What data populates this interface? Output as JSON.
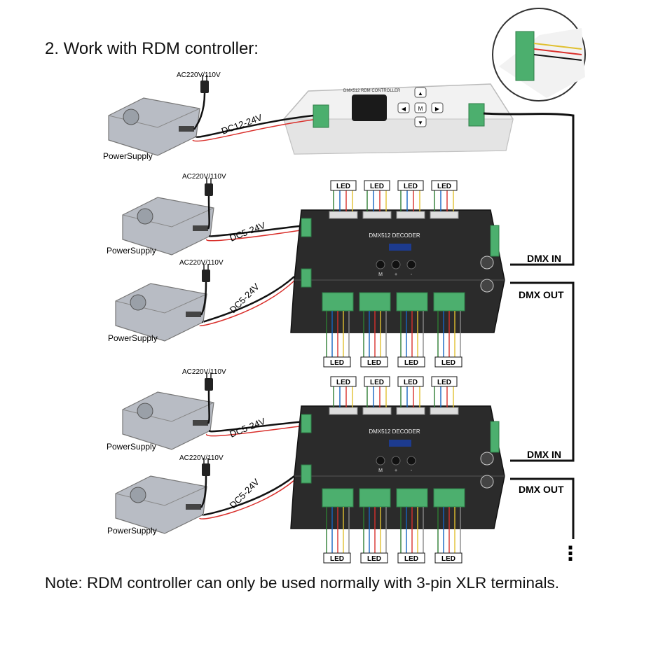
{
  "heading": "2. Work with RDM controller:",
  "note": "Note: RDM controller can only be used normally with 3-pin XLR terminals.",
  "controller": {
    "title": "DMX512 RDM CONTROLLER",
    "buttons": [
      "▲",
      "◀",
      "M",
      "▶",
      "▼"
    ]
  },
  "power_supplies": [
    {
      "label": "PowerSupply",
      "ac_label": "AC220V/110V",
      "dc_label": "DC12-24V"
    },
    {
      "label": "PowerSupply",
      "ac_label": "AC220V/110V",
      "dc_label": "DC5-24V"
    },
    {
      "label": "PowerSupply",
      "ac_label": "AC220V/110V",
      "dc_label": "DC5-24V"
    },
    {
      "label": "PowerSupply",
      "ac_label": "AC220V/110V",
      "dc_label": "DC5-24V"
    },
    {
      "label": "PowerSupply",
      "ac_label": "AC220V/110V",
      "dc_label": "DC5-24V"
    }
  ],
  "decoders": [
    {
      "title": "DMX512 DECODER",
      "dmx_in": "DMX IN",
      "dmx_out": "DMX OUT",
      "led_label": "LED",
      "buttons": [
        "M",
        "+",
        "-"
      ]
    },
    {
      "title": "DMX512 DECODER",
      "dmx_in": "DMX IN",
      "dmx_out": "DMX OUT",
      "led_label": "LED",
      "buttons": [
        "M",
        "+",
        "-"
      ]
    }
  ],
  "continuation": "⋮",
  "colors": {
    "wire": "#111111",
    "device_body": "#2b2b2b",
    "terminal": "#4caf6e",
    "controller_body": "#f2f2f2",
    "psu_body": "#b8bcc4",
    "accent_red": "#d9302c"
  }
}
